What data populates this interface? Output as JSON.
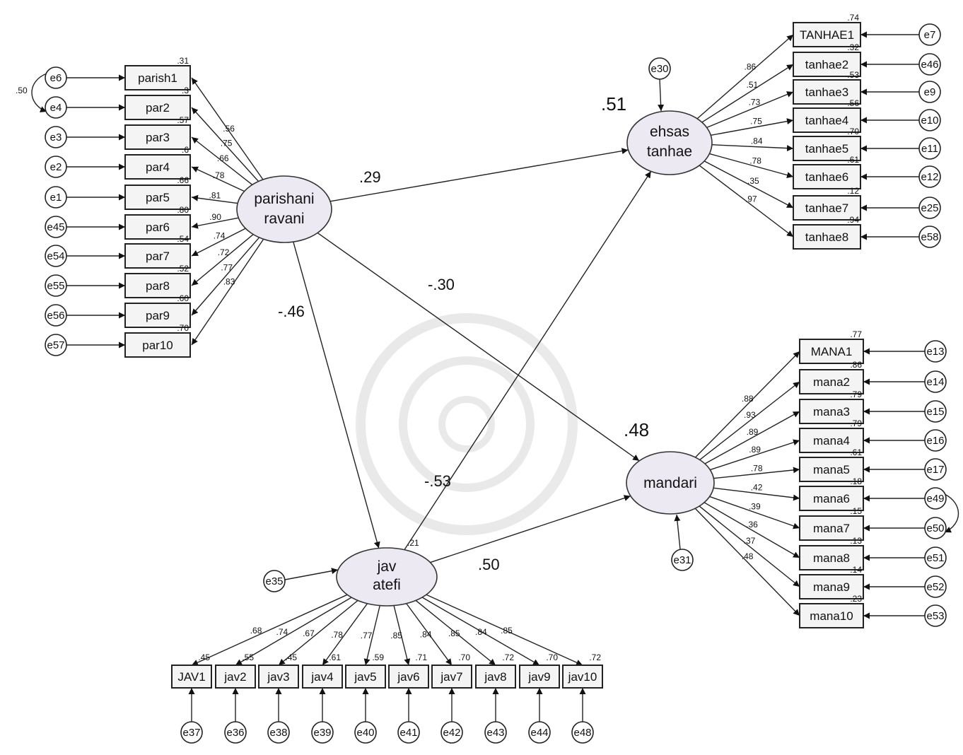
{
  "latents": {
    "parishani": {
      "line1": "parishani",
      "line2": "ravani"
    },
    "ehsas": {
      "line1": "ehsas",
      "line2": "tanhae",
      "r2": ".51"
    },
    "mandari": {
      "line1": "mandari",
      "r2": ".48"
    },
    "jav": {
      "line1": "jav",
      "line2": "atefi",
      "r2": ".21"
    }
  },
  "structural_paths": {
    "par_to_ehsas": ".29",
    "par_to_mandari": "-.30",
    "par_to_jav": "-.46",
    "jav_to_ehsas": "-.53",
    "jav_to_mandari": ".50"
  },
  "disturbances": {
    "ehsas": "e30",
    "mandari": "e31",
    "jav": "e35"
  },
  "par_indicators": [
    {
      "label": "parish1",
      "error": "e6",
      "loading": ".56",
      "r2": ".31"
    },
    {
      "label": "par2",
      "error": "e4",
      "loading": ".75",
      "r2": ".3"
    },
    {
      "label": "par3",
      "error": "e3",
      "loading": ".66",
      "r2": ".57"
    },
    {
      "label": "par4",
      "error": "e2",
      "loading": ".78",
      "r2": ".6"
    },
    {
      "label": "par5",
      "error": "e1",
      "loading": ".81",
      "r2": ".66"
    },
    {
      "label": "par6",
      "error": "e45",
      "loading": ".90",
      "r2": ".80"
    },
    {
      "label": "par7",
      "error": "e54",
      "loading": ".74",
      "r2": ".54"
    },
    {
      "label": "par8",
      "error": "e55",
      "loading": ".72",
      "r2": ".52"
    },
    {
      "label": "par9",
      "error": "e56",
      "loading": ".77",
      "r2": ".60"
    },
    {
      "label": "par10",
      "error": "e57",
      "loading": ".83",
      "r2": ".70"
    }
  ],
  "par_covariance": ".50",
  "tanhae_indicators": [
    {
      "label": "TANHAE1",
      "error": "e7",
      "loading": ".86",
      "r2": ".74"
    },
    {
      "label": "tanhae2",
      "error": "e46",
      "loading": ".51",
      "r2": ".32"
    },
    {
      "label": "tanhae3",
      "error": "e9",
      "loading": ".73",
      "r2": ".53"
    },
    {
      "label": "tanhae4",
      "error": "e10",
      "loading": ".75",
      "r2": ".56"
    },
    {
      "label": "tanhae5",
      "error": "e11",
      "loading": ".84",
      "r2": ".70"
    },
    {
      "label": "tanhae6",
      "error": "e12",
      "loading": ".78",
      "r2": ".61"
    },
    {
      "label": "tanhae7",
      "error": "e25",
      "loading": ".35",
      "r2": ".12"
    },
    {
      "label": "tanhae8",
      "error": "e58",
      "loading": ".97",
      "r2": ".94"
    }
  ],
  "mana_indicators": [
    {
      "label": "MANA1",
      "error": "e13",
      "loading": ".88",
      "r2": ".77"
    },
    {
      "label": "mana2",
      "error": "e14",
      "loading": ".93",
      "r2": ".86"
    },
    {
      "label": "mana3",
      "error": "e15",
      "loading": ".89",
      "r2": ".79"
    },
    {
      "label": "mana4",
      "error": "e16",
      "loading": ".89",
      "r2": ".79"
    },
    {
      "label": "mana5",
      "error": "e17",
      "loading": ".78",
      "r2": ".61"
    },
    {
      "label": "mana6",
      "error": "e49",
      "loading": ".42",
      "r2": ".18"
    },
    {
      "label": "mana7",
      "error": "e50",
      "loading": ".39",
      "r2": ".15"
    },
    {
      "label": "mana8",
      "error": "e51",
      "loading": ".36",
      "r2": ".13"
    },
    {
      "label": "mana9",
      "error": "e52",
      "loading": ".37",
      "r2": ".14"
    },
    {
      "label": "mana10",
      "error": "e53",
      "loading": ".48",
      "r2": ".23"
    }
  ],
  "jav_indicators": [
    {
      "label": "JAV1",
      "error": "e37",
      "loading": ".68",
      "r2": ".45"
    },
    {
      "label": "jav2",
      "error": "e36",
      "loading": ".74",
      "r2": ".55"
    },
    {
      "label": "jav3",
      "error": "e38",
      "loading": ".67",
      "r2": ".45"
    },
    {
      "label": "jav4",
      "error": "e39",
      "loading": ".78",
      "r2": ".61"
    },
    {
      "label": "jav5",
      "error": "e40",
      "loading": ".77",
      "r2": ".59"
    },
    {
      "label": "jav6",
      "error": "e41",
      "loading": ".85",
      "r2": ".71"
    },
    {
      "label": "jav7",
      "error": "e42",
      "loading": ".84",
      "r2": ".70"
    },
    {
      "label": "jav8",
      "error": "e43",
      "loading": ".85",
      "r2": ".72"
    },
    {
      "label": "jav9",
      "error": "e44",
      "loading": ".84",
      "r2": ".70"
    },
    {
      "label": "jav10",
      "error": "e48",
      "loading": ".85",
      "r2": ".72"
    }
  ]
}
